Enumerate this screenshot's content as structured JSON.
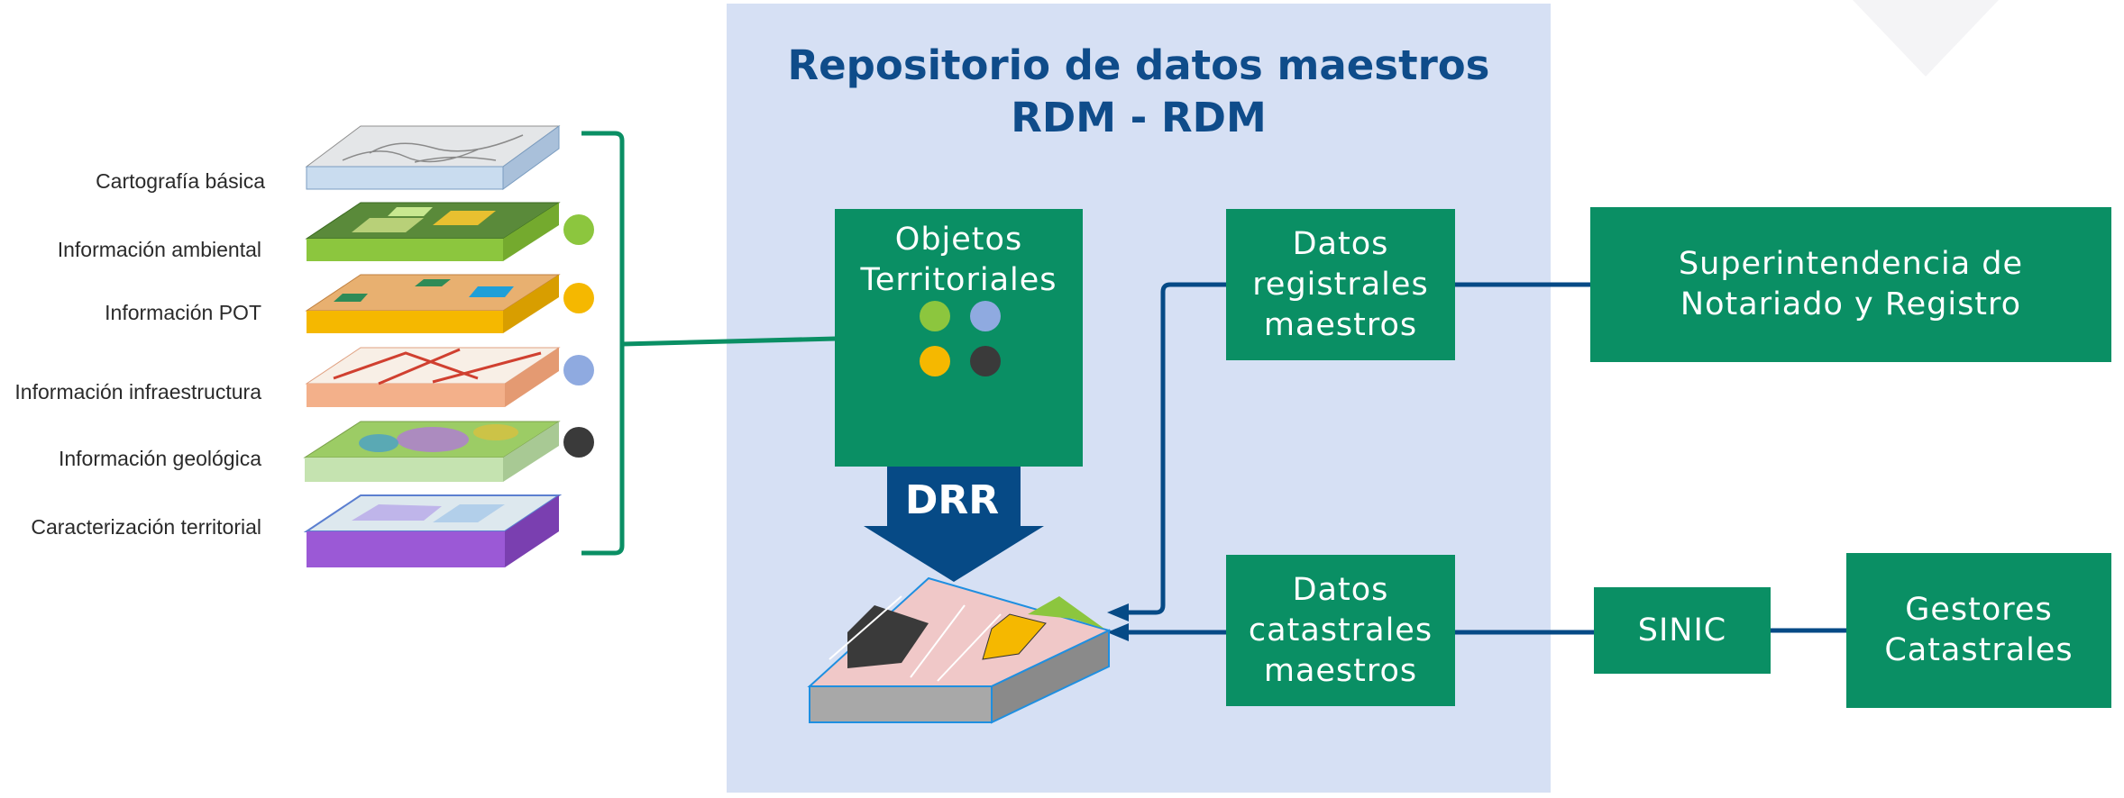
{
  "repository": {
    "title_line1": "Repositorio de datos maestros",
    "title_line2": "RDM - RDM"
  },
  "layers": [
    {
      "label": "Cartografía básica",
      "color": "#c9dcef"
    },
    {
      "label": "Información ambiental",
      "color": "#8cc63e"
    },
    {
      "label": "Información POT",
      "color": "#f5b800"
    },
    {
      "label": "Información infraestructura",
      "color": "#f3b08a"
    },
    {
      "label": "Información geológica",
      "color": "#b8dca0"
    },
    {
      "label": "Caracterización territorial",
      "color": "#9b59d6"
    }
  ],
  "layer_dots": [
    "#8cc63e",
    "#f5b800",
    "#8faae0",
    "#3a3a3a"
  ],
  "objetos": {
    "line1": "Objetos",
    "line2": "Territoriales",
    "dots": [
      "#8cc63e",
      "#8faae0",
      "#f5b800",
      "#3a3a3a"
    ]
  },
  "drr": {
    "label": "DRR"
  },
  "boxes": {
    "datos_registrales": [
      "Datos",
      "registrales",
      "maestros"
    ],
    "datos_catastrales": [
      "Datos",
      "catastrales",
      "maestros"
    ],
    "superintendencia": [
      "Superintendencia de",
      "Notariado y Registro"
    ],
    "sinic": "SINIC",
    "gestores": [
      "Gestores",
      "Catastrales"
    ]
  },
  "colors": {
    "green_box": "#0a8f64",
    "blue_arrow": "#064a86",
    "title_blue": "#0f4c8a",
    "repo_bg": "#d6e0f4"
  }
}
